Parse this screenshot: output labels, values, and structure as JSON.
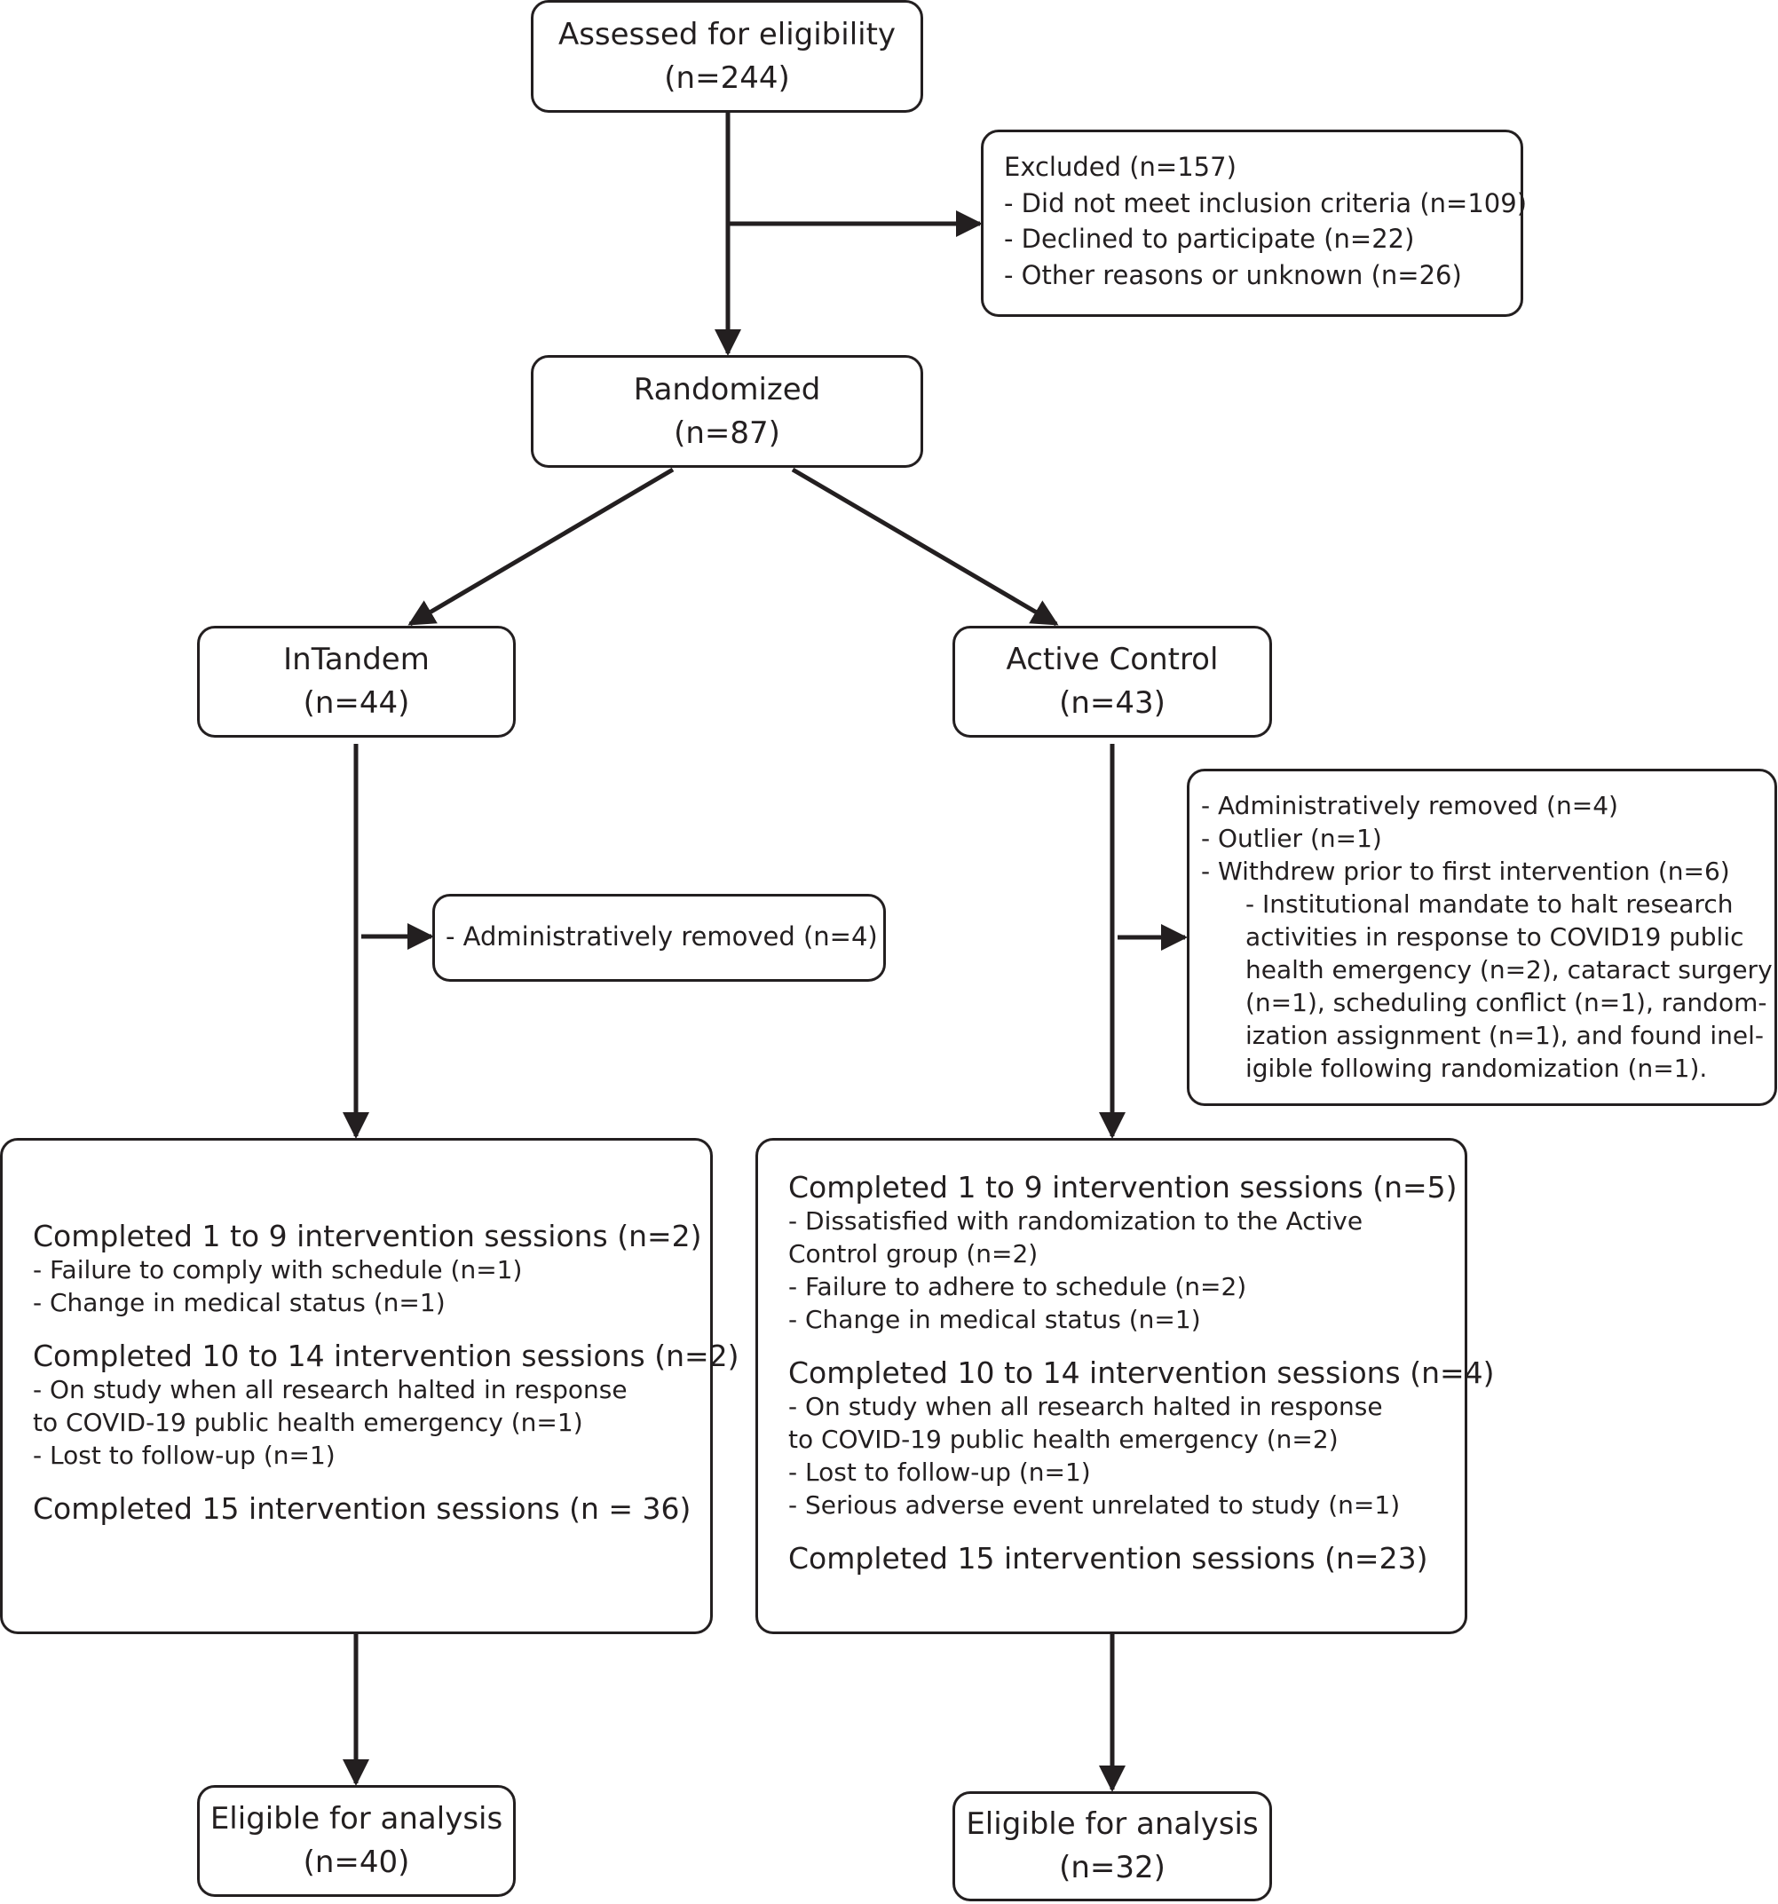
{
  "colors": {
    "ink": "#231f20",
    "background": "#ffffff"
  },
  "assessed": {
    "title": "Assessed for eligibility",
    "count": "(n=244)"
  },
  "excluded": {
    "header": "Excluded (n=157)",
    "items": [
      "- Did not meet inclusion criteria (n=109)",
      "- Declined to participate (n=22)",
      "- Other reasons or unknown (n=26)"
    ]
  },
  "randomized": {
    "title": "Randomized",
    "count": "(n=87)"
  },
  "intandem": {
    "title": "InTandem",
    "count": "(n=44)",
    "removed": "- Administratively removed (n=4)",
    "sessions": {
      "s1_title": "Completed 1 to 9 intervention sessions (n=2)",
      "s1_items": [
        "- Failure to comply with schedule (n=1)",
        "- Change in medical status (n=1)"
      ],
      "s2_title": "Completed 10 to 14 intervention sessions (n=2)",
      "s2_items": [
        "- On study when all research halted in response",
        "to COVID-19 public health emergency (n=1)",
        "- Lost to follow-up (n=1)"
      ],
      "s3_title": "Completed 15 intervention sessions (n = 36)"
    },
    "eligible": {
      "title": "Eligible for analysis",
      "count": "(n=40)"
    }
  },
  "active": {
    "title": "Active Control",
    "count": "(n=43)",
    "removed": {
      "items": [
        "- Administratively removed (n=4)",
        "- Outlier (n=1)",
        "- Withdrew prior to first intervention (n=6)"
      ],
      "detail": [
        "- Institutional mandate to halt research",
        "activities in response to COVID19 public",
        "health emergency (n=2), cataract surgery",
        "(n=1), scheduling conflict (n=1), random-",
        "ization assignment (n=1), and found inel-",
        "igible following randomization (n=1)."
      ]
    },
    "sessions": {
      "s1_title": "Completed 1 to 9 intervention sessions (n=5)",
      "s1_items": [
        "- Dissatisfied with randomization to the Active",
        "Control group (n=2)",
        "- Failure to adhere to schedule (n=2)",
        "- Change in medical status (n=1)"
      ],
      "s2_title": "Completed 10 to 14 intervention sessions (n=4)",
      "s2_items": [
        "- On study when all research halted in response",
        "to COVID-19 public health emergency (n=2)",
        "- Lost to follow-up (n=1)",
        "- Serious adverse event unrelated to study (n=1)"
      ],
      "s3_title": "Completed 15 intervention sessions (n=23)"
    },
    "eligible": {
      "title": "Eligible for analysis",
      "count": "(n=32)"
    }
  }
}
